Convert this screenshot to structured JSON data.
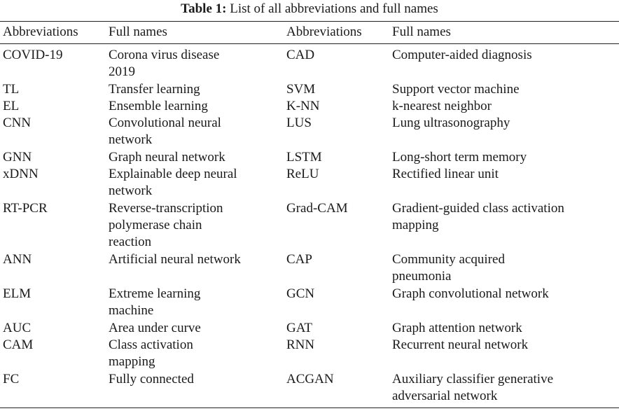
{
  "caption": {
    "label": "Table 1:",
    "text": "List of all abbreviations and full names"
  },
  "headers": [
    "Abbreviations",
    "Full names",
    "Abbreviations",
    "Full names"
  ],
  "rows": [
    {
      "a1": "COVID-19",
      "f1": "Corona virus disease\n2019",
      "a2": "CAD",
      "f2": "Computer-aided diagnosis"
    },
    {
      "a1": "TL",
      "f1": "Transfer learning",
      "a2": "SVM",
      "f2": "Support vector machine"
    },
    {
      "a1": "EL",
      "f1": "Ensemble learning",
      "a2": "K-NN",
      "f2": "k-nearest neighbor"
    },
    {
      "a1": "CNN",
      "f1": "Convolutional neural\nnetwork",
      "a2": "LUS",
      "f2": "Lung ultrasonography"
    },
    {
      "a1": "GNN",
      "f1": "Graph neural network",
      "a2": "LSTM",
      "f2": "Long-short term memory"
    },
    {
      "a1": "xDNN",
      "f1": "Explainable deep neural\nnetwork",
      "a2": "ReLU",
      "f2": "Rectified linear unit"
    },
    {
      "a1": "RT-PCR",
      "f1": "Reverse-transcription\npolymerase chain\nreaction",
      "a2": "Grad-CAM",
      "f2": "Gradient-guided class activation\nmapping"
    },
    {
      "a1": "ANN",
      "f1": "Artificial neural network",
      "a2": "CAP",
      "f2": "Community acquired\npneumonia"
    },
    {
      "a1": "ELM",
      "f1": "Extreme learning\nmachine",
      "a2": "GCN",
      "f2": "Graph convolutional network"
    },
    {
      "a1": "AUC",
      "f1": "Area under curve",
      "a2": "GAT",
      "f2": "Graph attention network"
    },
    {
      "a1": "CAM",
      "f1": "Class activation\nmapping",
      "a2": "RNN",
      "f2": "Recurrent neural network"
    },
    {
      "a1": "FC",
      "f1": "Fully connected",
      "a2": "ACGAN",
      "f2": "Auxiliary classifier generative\nadversarial network"
    }
  ]
}
